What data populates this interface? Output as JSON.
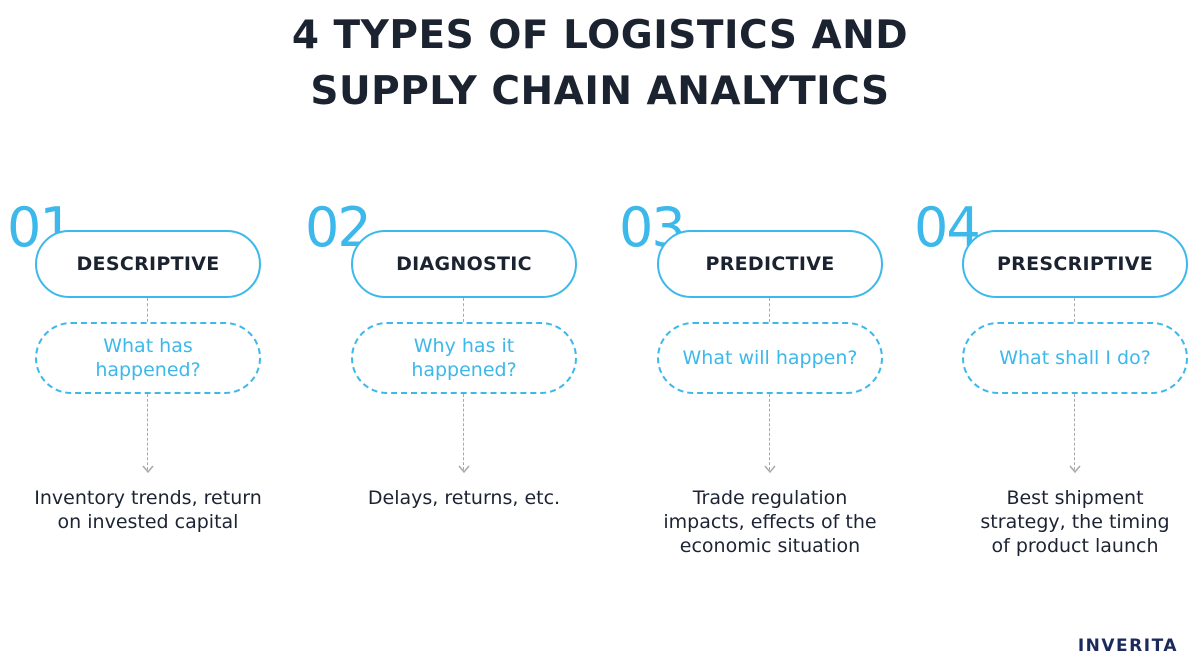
{
  "title": {
    "line1": "4 TYPES OF LOGISTICS AND",
    "line2": "SUPPLY CHAIN ANALYTICS"
  },
  "types": [
    {
      "number": "01",
      "name": "DESCRIPTIVE",
      "question": "What has\nhappened?",
      "examples": "Inventory trends, return\non invested capital"
    },
    {
      "number": "02",
      "name": "DIAGNOSTIC",
      "question": "Why has it\nhappened?",
      "examples": "Delays, returns, etc."
    },
    {
      "number": "03",
      "name": "PREDICTIVE",
      "question": "What will happen?",
      "examples": "Trade regulation\nimpacts, effects of the\neconomic situation"
    },
    {
      "number": "04",
      "name": "PRESCRIPTIVE",
      "question": "What shall I do?",
      "examples": "Best shipment\nstrategy, the timing\nof product launch"
    }
  ],
  "brand": "INVERITA",
  "colors": {
    "accent": "#3cb8ea",
    "text": "#1b2230",
    "connector": "#a9a9a9",
    "brand": "#1b2a5c"
  }
}
